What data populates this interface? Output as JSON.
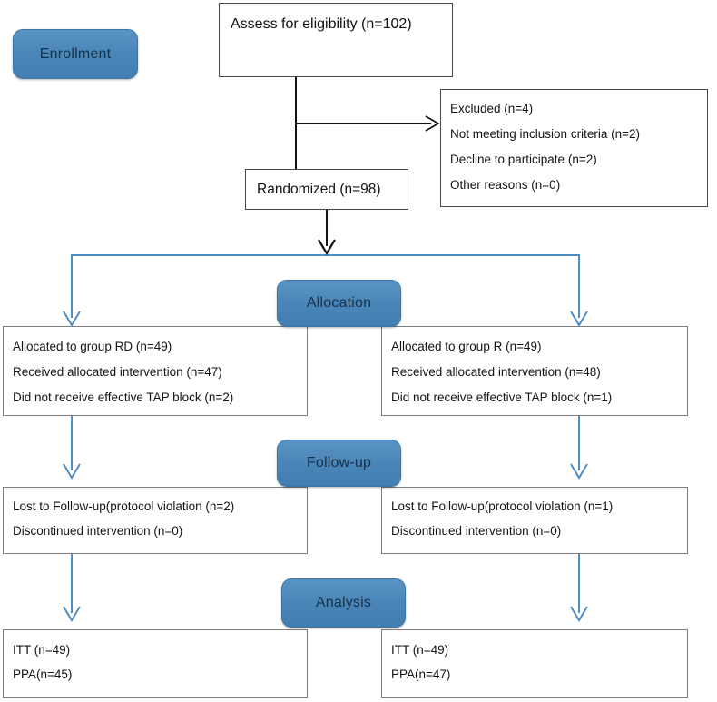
{
  "diagram": {
    "type": "consort-flow-diagram",
    "accent_color": "#4a86b8",
    "connector_color": "#4f8dc4",
    "box_border_color": "#7d7d7d",
    "stages": [
      {
        "id": "enrollment",
        "label": "Enrollment"
      },
      {
        "id": "allocation",
        "label": "Allocation"
      },
      {
        "id": "followup",
        "label": "Follow-up"
      },
      {
        "id": "analysis",
        "label": "Analysis"
      }
    ],
    "enrollment": {
      "assessed": {
        "label": "Assess for eligibility (n=102)"
      },
      "randomized": {
        "label": "Randomized (n=98)"
      },
      "excluded": {
        "lines": [
          "Excluded (n=4)",
          "Not meeting inclusion criteria (n=2)",
          "Decline to participate (n=2)",
          "Other reasons (n=0)"
        ]
      }
    },
    "allocation": {
      "left": {
        "lines": [
          "Allocated to group RD (n=49)",
          "Received allocated intervention (n=47)",
          "Did not receive effective TAP block (n=2)"
        ]
      },
      "right": {
        "lines": [
          "Allocated to group R (n=49)",
          "Received allocated intervention (n=48)",
          "Did not receive effective TAP block (n=1)"
        ]
      }
    },
    "followup": {
      "left": {
        "lines": [
          "Lost to Follow-up(protocol violation (n=2)",
          "Discontinued intervention (n=0)"
        ]
      },
      "right": {
        "lines": [
          "Lost to Follow-up(protocol violation (n=1)",
          "Discontinued intervention (n=0)"
        ]
      }
    },
    "analysis": {
      "left": {
        "lines": [
          "ITT (n=49)",
          "PPA(n=45)"
        ]
      },
      "right": {
        "lines": [
          "ITT (n=49)",
          "PPA(n=47)"
        ]
      }
    }
  }
}
